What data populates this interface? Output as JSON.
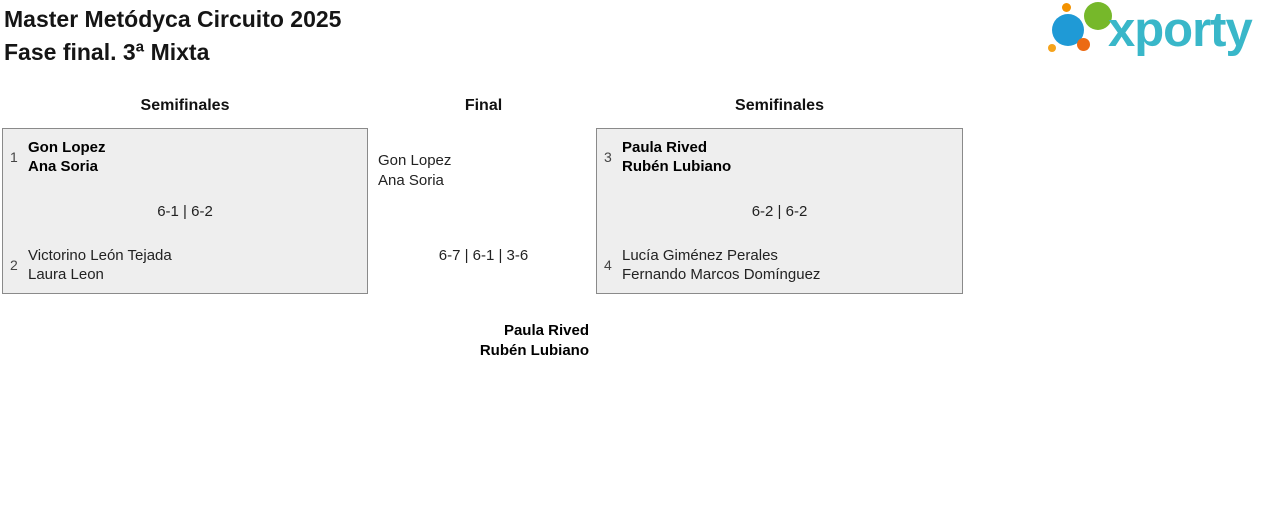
{
  "header": {
    "title": "Master Metódyca Circuito 2025",
    "subtitle": "Fase final. 3ª Mixta"
  },
  "logo": {
    "text": "xporty",
    "colors": {
      "blue": "#1f9ad6",
      "green": "#76b82a",
      "orange": "#f39200",
      "teal": "#39b7c9"
    }
  },
  "bracket": {
    "left_header": "Semifinales",
    "center_header": "Final",
    "right_header": "Semifinales",
    "semifinal_left": {
      "team1": {
        "seed": "1",
        "player1": "Gon Lopez",
        "player2": "Ana Soria"
      },
      "score": "6-1 | 6-2",
      "team2": {
        "seed": "2",
        "player1": "Victorino León Tejada",
        "player2": "Laura Leon"
      }
    },
    "final": {
      "team1": {
        "player1": "Gon Lopez",
        "player2": "Ana Soria"
      },
      "score": "6-7 | 6-1 | 3-6",
      "winner": {
        "player1": "Paula Rived",
        "player2": "Rubén Lubiano"
      }
    },
    "semifinal_right": {
      "team1": {
        "seed": "3",
        "player1": "Paula Rived",
        "player2": "Rubén Lubiano"
      },
      "score": "6-2 | 6-2",
      "team2": {
        "seed": "4",
        "player1": "Lucía Giménez Perales",
        "player2": "Fernando Marcos Domínguez"
      }
    }
  }
}
